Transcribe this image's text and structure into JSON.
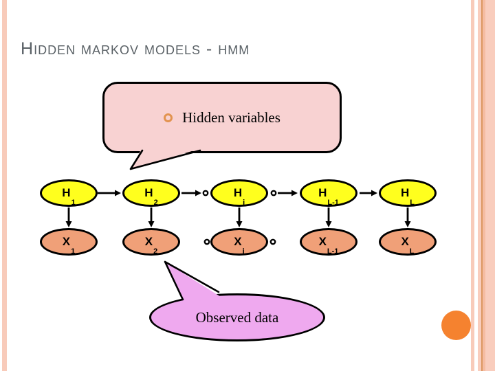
{
  "slide": {
    "title": "Hidden Markov Models - HMM"
  },
  "callouts": {
    "hidden": {
      "label": "Hidden variables"
    },
    "observed": {
      "label": "Observed data"
    }
  },
  "diagram": {
    "hidden_nodes": [
      {
        "main": "H",
        "sub": "1"
      },
      {
        "main": "H",
        "sub": "2"
      },
      {
        "main": "H",
        "sub": "i"
      },
      {
        "main": "H",
        "sub": "L-1"
      },
      {
        "main": "H",
        "sub": "L"
      }
    ],
    "observed_nodes": [
      {
        "main": "X",
        "sub": "1"
      },
      {
        "main": "X",
        "sub": "2"
      },
      {
        "main": "X",
        "sub": "i"
      },
      {
        "main": "X",
        "sub": "L-1"
      },
      {
        "main": "X",
        "sub": "L"
      }
    ]
  },
  "theme": {
    "hidden_node_fill": "#FFFF1E",
    "observed_node_fill": "#F0A078",
    "hidden_callout_fill": "#F8D2D2",
    "observed_callout_fill": "#EFA9EF",
    "title_color": "#5A6166",
    "edge_stripe_color": "#F8CBBA",
    "accent_circle_color": "#F5822F",
    "bullet_ring_color": "#E2934F"
  }
}
